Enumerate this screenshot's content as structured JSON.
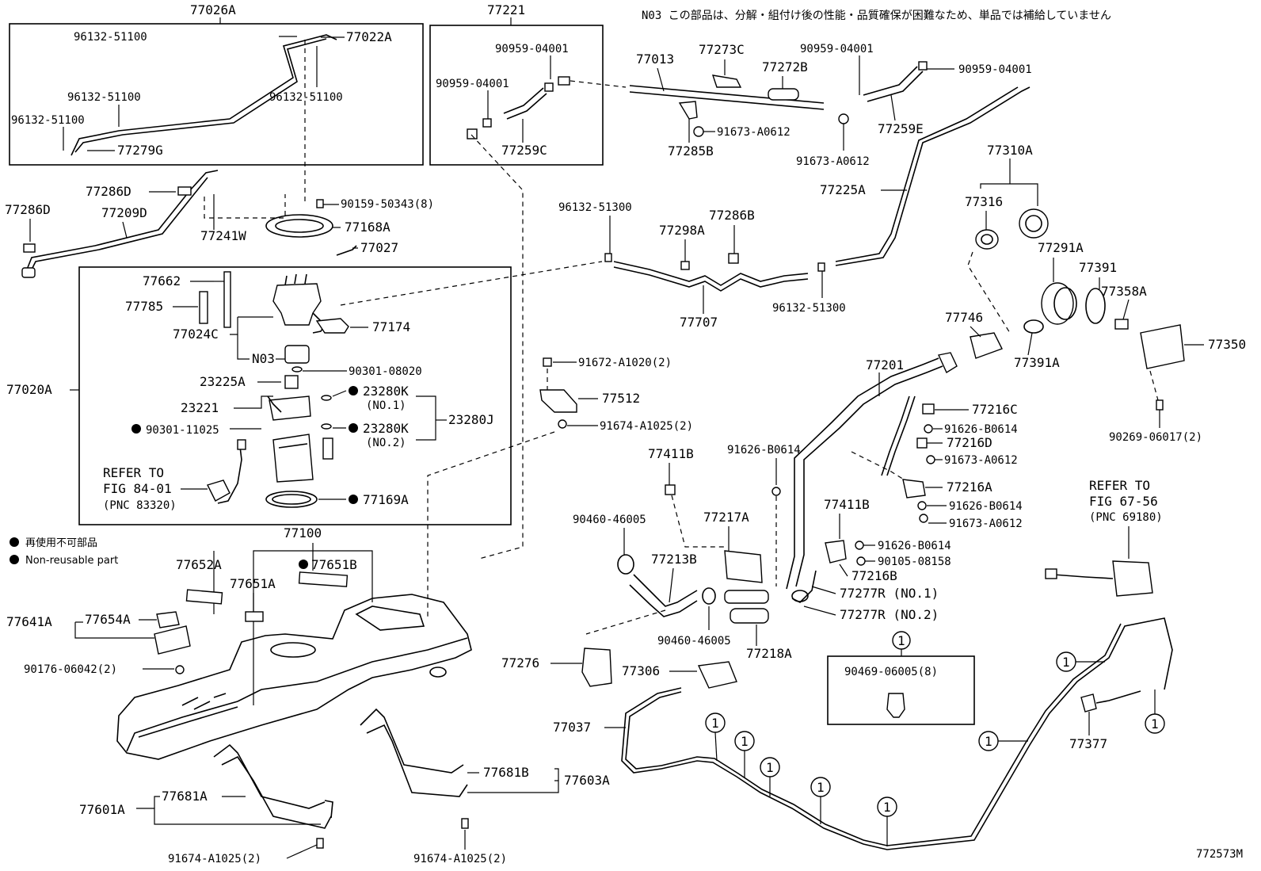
{
  "notes": {
    "n03_note": "N03 この部品は、分解・組付け後の性能・品質確保が困難なため、単品では補給していません",
    "legend_jp": "再使用不可部品",
    "legend_en": "Non-reusable part",
    "figure_id": "772573M",
    "circle_marker": "1"
  },
  "labels": {
    "p77026A": "77026A",
    "p96132_51100_a": "96132-51100",
    "p77022A": "77022A",
    "p96132_51100_b": "96132-51100",
    "p96132_51100_c": "96132-51100",
    "p96132_51100_d": "96132-51100",
    "p77279G": "77279G",
    "p77221": "77221",
    "p90959_a": "90959-04001",
    "p90959_b": "90959-04001",
    "p77259C": "77259C",
    "p77013": "77013",
    "p77273C": "77273C",
    "p77272B": "77272B",
    "p90959_c": "90959-04001",
    "p90959_d": "90959-04001",
    "p91673_A0612_a": "91673-A0612",
    "p77285B": "77285B",
    "p91673_A0612_b": "91673-A0612",
    "p77259E": "77259E",
    "p77286D_a": "77286D",
    "p77286D_b": "77286D",
    "p77209D": "77209D",
    "p77241W": "77241W",
    "p90159": "90159-50343(8)",
    "p77168A": "77168A",
    "p77027": "77027",
    "p96132_51300_a": "96132-51300",
    "p77298A": "77298A",
    "p77286B": "77286B",
    "p77707": "77707",
    "p96132_51300_b": "96132-51300",
    "p77225A": "77225A",
    "p77310A": "77310A",
    "p77316": "77316",
    "p77291A": "77291A",
    "p77391": "77391",
    "p77358A": "77358A",
    "p77746": "77746",
    "p77391A": "77391A",
    "p77350": "77350",
    "p90269": "90269-06017(2)",
    "p77662": "77662",
    "p77785": "77785",
    "p77174": "77174",
    "p77024C": "77024C",
    "pN03": "N03",
    "p23225A": "23225A",
    "p90301_08020": "90301-08020",
    "p23280K_1": "23280K",
    "pNO1": "(NO.1)",
    "p23221": "23221",
    "p23280J": "23280J",
    "p90301_11025": "90301-11025",
    "p23280K_2": "23280K",
    "pNO2": "(NO.2)",
    "p77020A": "77020A",
    "refer1_a": "REFER TO",
    "refer1_b": "FIG 84-01",
    "refer1_c": "(PNC 83320)",
    "p77169A": "77169A",
    "p91672": "91672-A1020(2)",
    "p77512": "77512",
    "p91674_A1025_a": "91674-A1025(2)",
    "p77201": "77201",
    "p77216C": "77216C",
    "p91626_B0614_a": "91626-B0614",
    "p77216D": "77216D",
    "p91673_A0612_c": "91673-A0612",
    "p77216A": "77216A",
    "p91626_B0614_b": "91626-B0614",
    "p91673_A0612_d": "91673-A0612",
    "p77411B_a": "77411B",
    "p91626_B0614_c": "91626-B0614",
    "p77411B_b": "77411B",
    "p91626_B0614_d": "91626-B0614",
    "p90105": "90105-08158",
    "p77216B": "77216B",
    "p77277R_1": "77277R (NO.1)",
    "p77277R_2": "77277R (NO.2)",
    "p77217A": "77217A",
    "p90460_a": "90460-46005",
    "p77213B": "77213B",
    "p90460_b": "90460-46005",
    "p77218A": "77218A",
    "refer2_a": "REFER TO",
    "refer2_b": "FIG 67-56",
    "refer2_c": "(PNC 69180)",
    "p77100": "77100",
    "p77652A": "77652A",
    "p77651A": "77651A",
    "p77651B": "77651B",
    "p77641A": "77641A",
    "p77654A": "77654A",
    "p90176": "90176-06042(2)",
    "p77276": "77276",
    "p77306": "77306",
    "p77037": "77037",
    "p90469": "90469-06005(8)",
    "p77377": "77377",
    "p77601A": "77601A",
    "p77681A": "77681A",
    "p91674_A1025_b": "91674-A1025(2)",
    "p77681B": "77681B",
    "p77603A": "77603A",
    "p91674_A1025_c": "91674-A1025(2)"
  }
}
